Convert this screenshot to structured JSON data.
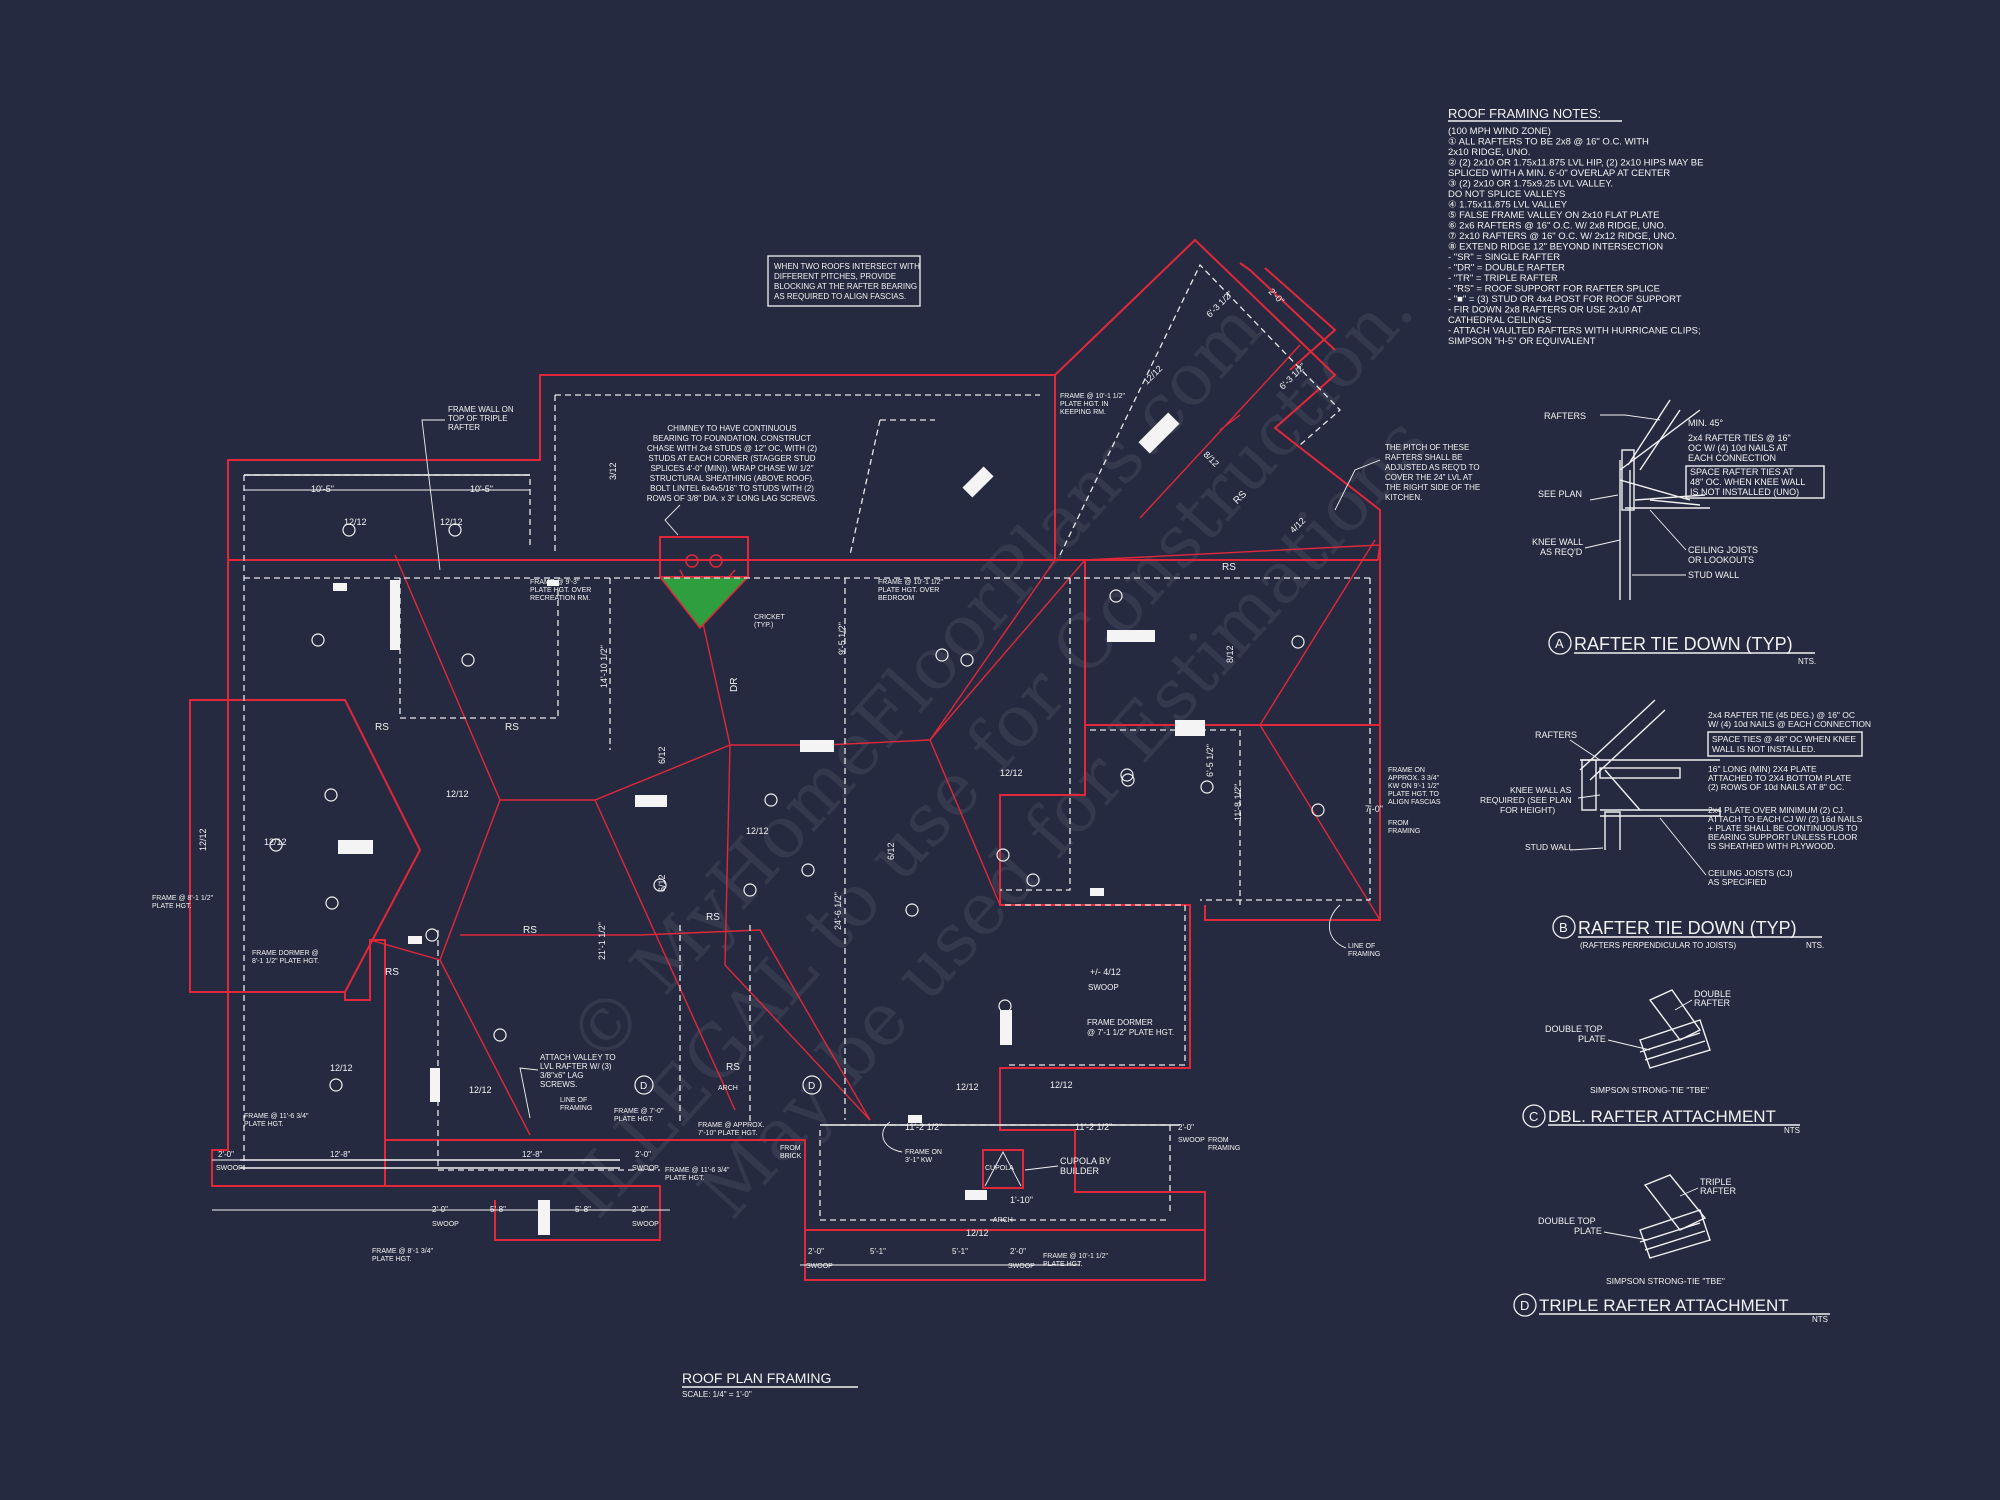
{
  "watermark": {
    "line1": "© MyHomeFloorPlans.com",
    "line2": "ILLEGAL to use for Construction.",
    "line3": "May be used for Estimations"
  },
  "drawing_title": {
    "title": "ROOF PLAN FRAMING",
    "scale": "SCALE: 1/4\" = 1'-0\""
  },
  "notes": {
    "heading": "ROOF FRAMING NOTES:",
    "lines": [
      "(100 MPH WIND ZONE)",
      "① ALL RAFTERS TO BE 2x8 @ 16\" O.C. WITH",
      "    2x10 RIDGE, UNO.",
      "② (2) 2x10 OR 1.75x11.875 LVL HIP, (2) 2x10 HIPS MAY BE",
      "    SPLICED WITH A MIN. 6'-0\" OVERLAP AT CENTER",
      "③ (2) 2x10 OR 1.75x9.25 LVL VALLEY.",
      "    DO NOT SPLICE VALLEYS",
      "④ 1.75x11.875 LVL VALLEY",
      "⑤ FALSE FRAME VALLEY ON 2x10 FLAT PLATE",
      "⑥ 2x6 RAFTERS @ 16\" O.C. W/ 2x8 RIDGE, UNO.",
      "⑦ 2x10 RAFTERS @ 16\" O.C. W/ 2x12 RIDGE, UNO.",
      "⑧ EXTEND RIDGE 12\" BEYOND INTERSECTION",
      "-  \"SR\" = SINGLE RAFTER",
      "-  \"DR\" = DOUBLE RAFTER",
      "-  \"TR\" = TRIPLE RAFTER",
      "-  \"RS\" = ROOF SUPPORT FOR RAFTER SPLICE",
      "-  \"■\" = (3) STUD OR 4x4 POST FOR ROOF SUPPORT",
      "-  FIR DOWN 2x8 RAFTERS OR USE 2x10 AT",
      "    CATHEDRAL CEILINGS",
      "-  ATTACH VAULTED RAFTERS WITH HURRICANE CLIPS;",
      "    SIMPSON \"H-5\" OR EQUIVALENT"
    ]
  },
  "callouts": {
    "two_roofs": [
      "WHEN TWO ROOFS INTERSECT WITH",
      "DIFFERENT PITCHES, PROVIDE",
      "BLOCKING AT THE RAFTER BEARING",
      "AS REQUIRED TO ALIGN FASCIAS."
    ],
    "chimney": [
      "CHIMNEY TO HAVE CONTINUOUS",
      "BEARING TO FOUNDATION. CONSTRUCT",
      "CHASE WITH 2x4 STUDS @ 12\" OC, WITH (2)",
      "STUDS AT EACH CORNER (STAGGER STUD",
      "SPLICES 4'-0\" (MIN)). WRAP CHASE W/ 1/2\"",
      "STRUCTURAL SHEATHING (ABOVE ROOF).",
      "BOLT LINTEL 6x4x5/16\" TO STUDS WITH (2)",
      "ROWS OF 3/8\" DIA. x 3\" LONG LAG SCREWS."
    ],
    "frame_wall": [
      "FRAME WALL ON",
      "TOP OF TRIPLE",
      "RAFTER"
    ],
    "pitch": [
      "THE PITCH OF THESE",
      "RAFTERS SHALL BE",
      "ADJUSTED AS REQ'D TO",
      "COVER THE 24\" LVL AT",
      "THE RIGHT SIDE OF THE",
      "KITCHEN."
    ],
    "attach_valley": [
      "ATTACH VALLEY TO",
      "LVL RAFTER W/ (3)",
      "3/8\"x6\" LAG",
      "SCREWS."
    ],
    "cupola": [
      "CUPOLA BY",
      "BUILDER"
    ],
    "frame_on_right": [
      "FRAME ON",
      "APPROX. 3 3/4\"",
      "KW ON 9'-1 1/2\"",
      "PLATE HGT. TO",
      "ALIGN FASCIAS"
    ],
    "line_framing_right": [
      "LINE OF",
      "FRAMING"
    ],
    "line_framing_left": [
      "LINE OF",
      "FRAMING"
    ],
    "cricket": [
      "CRICKET",
      "(TYP.)"
    ],
    "frame_over_rec": [
      "FRAME @ 9'-3\"",
      "PLATE HGT. OVER",
      "RECREATION RM."
    ],
    "frame_over_bed": [
      "FRAME @ 10'-1 1/2\"",
      "PLATE HGT. OVER",
      "BEDROOM"
    ],
    "frame_keeping": [
      "FRAME @ 10'-1 1/2\"",
      "PLATE HGT. IN",
      "KEEPING RM."
    ],
    "frame_dormer_left": [
      "FRAME DORMER @",
      "8'-1 1/2\" PLATE HGT."
    ],
    "frame_dormer_right": [
      "FRAME DORMER",
      "@ 7'-1 1/2\" PLATE HGT."
    ],
    "frame_plate_left": [
      "FRAME @ 8'-1 1/2\"",
      "PLATE HGT."
    ],
    "frame_11_6_a": [
      "FRAME @ 11'-6 3/4\"",
      "PLATE HGT."
    ],
    "frame_11_6_b": [
      "FRAME @ 11'-6 3/4\"",
      "PLATE HGT."
    ],
    "frame_8_1_bottom": [
      "FRAME @ 8'-1 3/4\"",
      "PLATE HGT."
    ],
    "frame_approx": [
      "FRAME @ APPROX.",
      "7'-10\" PLATE HGT."
    ],
    "frame_7_0": [
      "FRAME @ 7'-0\"",
      "PLATE HGT."
    ],
    "frame_on_kw": [
      "FRAME ON",
      "3'-1\" KW"
    ],
    "frame_10_bottom": [
      "FRAME @ 10'-1 1/2\"",
      "PLATE HGT."
    ],
    "from_framing_a": [
      "FROM",
      "FRAMING"
    ],
    "from_framing_b": [
      "FROM",
      "FRAMING"
    ],
    "from_brick": [
      "FROM",
      "BRICK"
    ],
    "arch": "ARCH",
    "arch2": "ARCH",
    "cupola_label": "CUPOLA",
    "swoop_dormer": "SWOOP"
  },
  "plan_labels": {
    "rs": [
      "RS",
      "RS",
      "RS",
      "RS",
      "RS",
      "RS",
      "RS",
      "RS"
    ],
    "dr": "DR",
    "pitches": [
      "12/12",
      "12/12",
      "12/12",
      "12/12",
      "12/12",
      "12/12",
      "12/12",
      "12/12",
      "12/12",
      "12/12",
      "12/12",
      "12/12",
      "12/12"
    ],
    "dims": [
      "10'-5\"",
      "10'-5\"",
      "14'-10 1/2\"",
      "9'-5 1/2\"",
      "6'-5 1/2\"",
      "21'-1 1/2\"",
      "24'-6 1/2\"",
      "11'-2 1/2\"",
      "11'-2 1/2\"",
      "11'-8 1/2\"",
      "7'-0\"",
      "6'-3 1/2\"",
      "6'-3 1/2\"",
      "2'-0\"",
      "1'-10\"",
      "+/- 4/12",
      "3/12",
      "6/12",
      "6/12",
      "6/12",
      "8/12",
      "4/12",
      "8/12"
    ],
    "bottom_dims": [
      "2'-0\"",
      "12'-8\"",
      "12'-8\"",
      "2'-0\"",
      "2'-0\"",
      "5'-8\"",
      "5'-8\"",
      "2'-0\"",
      "2'-0\"",
      "5'-1\"",
      "5'-1\"",
      "2'-0\"",
      "2'-0\""
    ],
    "swoop": "SWOOP"
  },
  "details": {
    "a": {
      "marker": "A",
      "title": "RAFTER TIE DOWN (TYP)",
      "nts": "NTS.",
      "labels": [
        "RAFTERS",
        "MIN. 45°",
        "SEE PLAN",
        "2x4 RAFTER TIES @ 16\"",
        "OC W/ (4) 10d NAILS AT",
        "EACH CONNECTION",
        "SPACE RAFTER TIES AT",
        "48\" OC. WHEN KNEE WALL",
        "IS NOT INSTALLED (UNO)",
        "KNEE WALL",
        "AS REQ'D",
        "CEILING JOISTS",
        "OR LOOKOUTS",
        "STUD WALL"
      ]
    },
    "b": {
      "marker": "B",
      "title": "RAFTER TIE DOWN (TYP)",
      "subtitle": "(RAFTERS PERPENDICULAR TO JOISTS)",
      "nts": "NTS.",
      "labels": [
        "RAFTERS",
        "2x4 RAFTER TIE (45 DEG.) @ 16\" OC",
        "W/ (4) 10d NAILS @ EACH CONNECTION",
        "SPACE TIES @ 48\" OC WHEN KNEE",
        "WALL IS NOT INSTALLED.",
        "KNEE WALL AS",
        "REQUIRED (SEE PLAN",
        "FOR HEIGHT)",
        "16\" LONG (MIN) 2X4 PLATE",
        "ATTACHED TO 2X4 BOTTOM PLATE",
        "(2) ROWS OF 10d NAILS AT 8\" OC.",
        "2x4 PLATE OVER MINIMUM (2) CJ.",
        "ATTACH TO EACH CJ W/ (2) 16d NAILS",
        "+ PLATE SHALL BE CONTINUOUS TO",
        "BEARING SUPPORT UNLESS FLOOR",
        "IS SHEATHED WITH PLYWOOD.",
        "STUD WALL",
        "CEILING JOISTS (CJ)",
        "AS SPECIFIED"
      ]
    },
    "c": {
      "marker": "C",
      "title": "DBL. RAFTER ATTACHMENT",
      "nts": "NTS",
      "labels": [
        "DOUBLE",
        "RAFTER",
        "DOUBLE TOP",
        "PLATE",
        "SIMPSON STRONG-TIE \"TBE\""
      ]
    },
    "d": {
      "marker": "D",
      "title": "TRIPLE RAFTER ATTACHMENT",
      "nts": "NTS",
      "labels": [
        "TRIPLE",
        "RAFTER",
        "DOUBLE TOP",
        "PLATE",
        "SIMPSON STRONG-TIE \"TBE\""
      ]
    }
  },
  "colors": {
    "background": "#262a40",
    "linework": "#f2f2f2",
    "roof_outline": "#e0283a",
    "cricket_fill": "#2e9e3e"
  }
}
